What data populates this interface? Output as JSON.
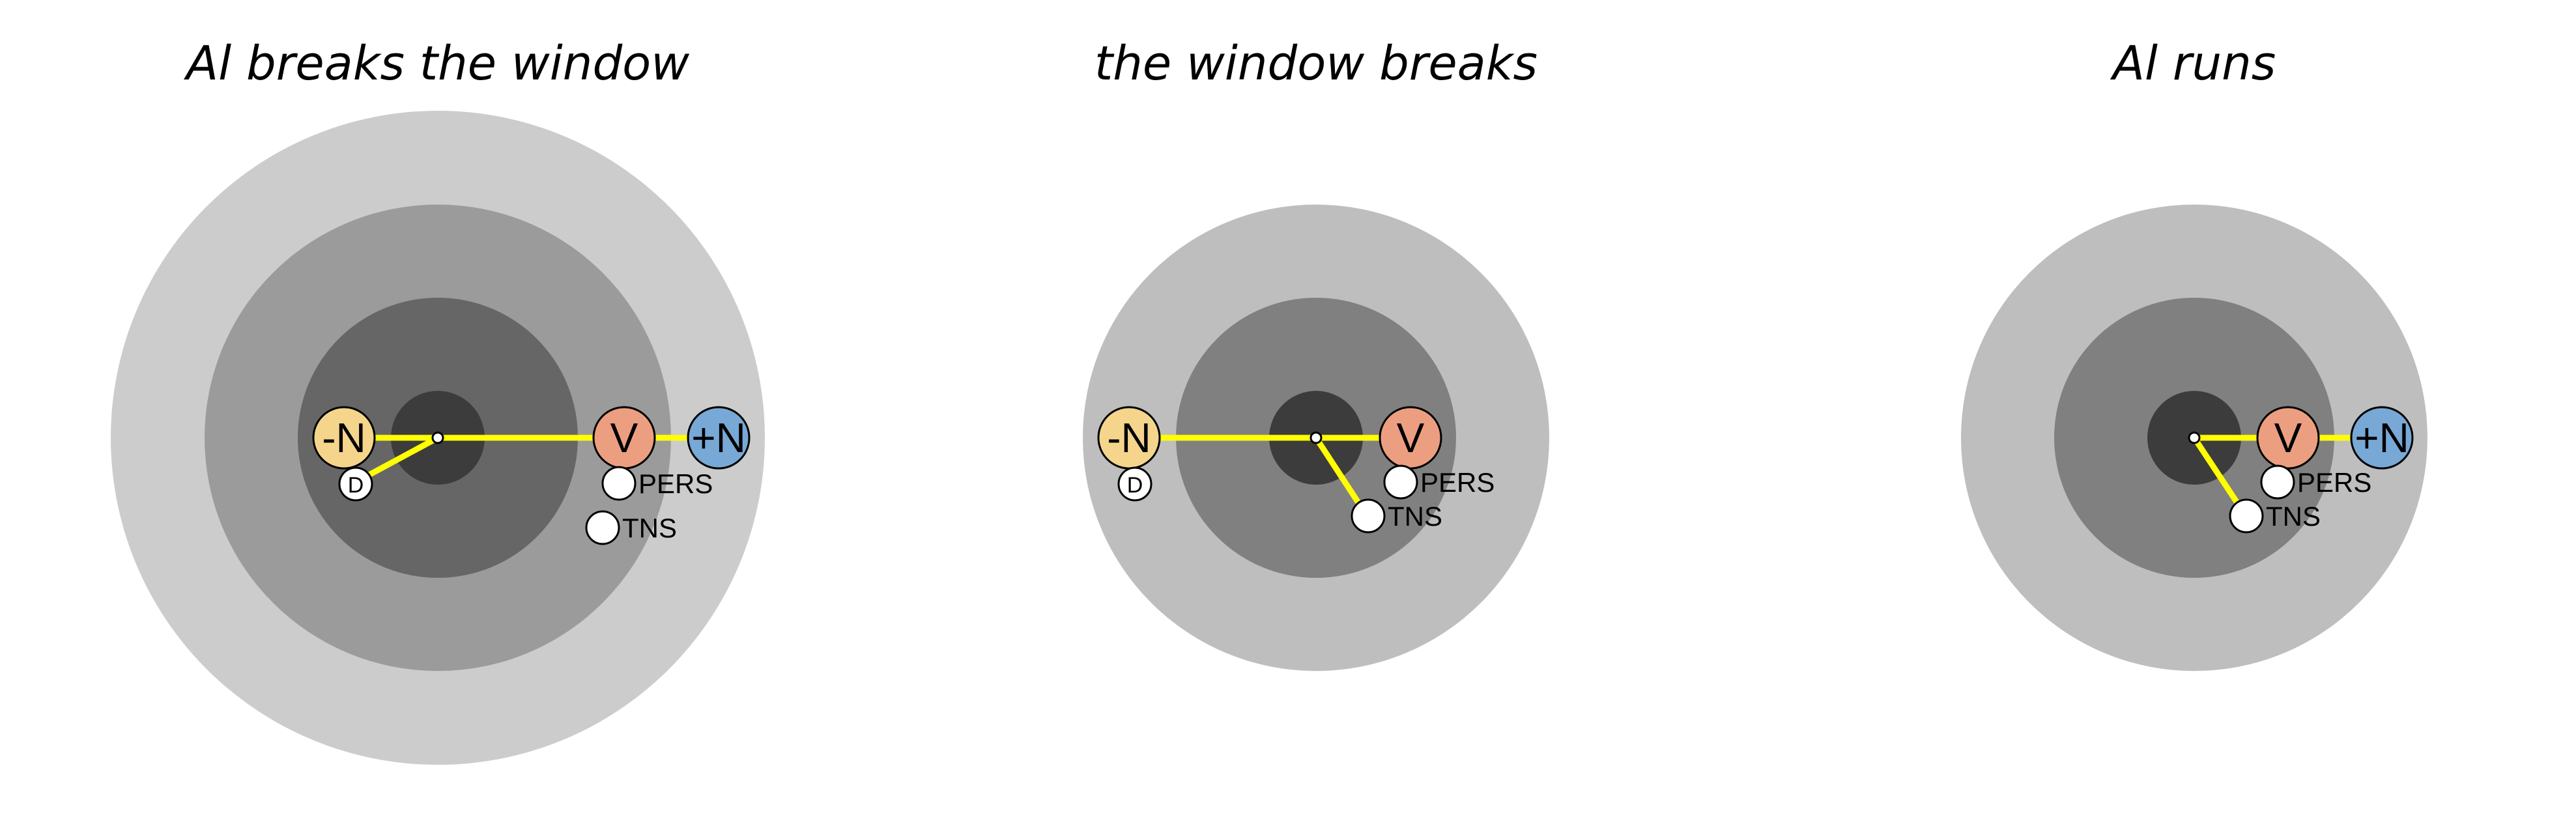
{
  "panels": [
    {
      "title": "Al breaks the window",
      "rings": 4,
      "nodes": {
        "neg_n": {
          "label": "-N",
          "color": "#f5d58c"
        },
        "d": {
          "label": "D"
        },
        "v": {
          "label": "V",
          "color": "#ec9f80"
        },
        "pos_n": {
          "label": "+N",
          "color": "#78a8d6"
        },
        "pers": {
          "label": "PERS"
        },
        "tns": {
          "label": "TNS"
        }
      }
    },
    {
      "title": "the window breaks",
      "rings": 3,
      "nodes": {
        "neg_n": {
          "label": "-N",
          "color": "#f5d58c"
        },
        "d": {
          "label": "D"
        },
        "v": {
          "label": "V",
          "color": "#ec9f80"
        },
        "pers": {
          "label": "PERS"
        },
        "tns": {
          "label": "TNS"
        }
      }
    },
    {
      "title": "Al runs",
      "rings": 3,
      "nodes": {
        "v": {
          "label": "V",
          "color": "#ec9f80"
        },
        "pos_n": {
          "label": "+N",
          "color": "#78a8d6"
        },
        "pers": {
          "label": "PERS"
        },
        "tns": {
          "label": "TNS"
        }
      }
    }
  ],
  "colors": {
    "ring_outer_4": "#cccccc",
    "ring_mid_4": "#9b9b9b",
    "ring_inner_4": "#666666",
    "ring_outer_3": "#bebebe",
    "ring_inner_3": "#808080",
    "core": "#3c3c3c",
    "link": "#ffff00",
    "node_stroke": "#000000",
    "small_node_fill": "#ffffff"
  }
}
